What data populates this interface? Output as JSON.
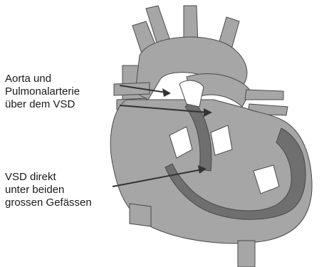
{
  "labels": {
    "aorta_pulmonary": {
      "line1": "Aorta und",
      "line2": "Pulmonalarterie",
      "line3": "über dem VSD"
    },
    "vsd": {
      "line1": "VSD direkt",
      "line2": "unter beiden",
      "line3": "grossen Gefässen"
    }
  },
  "colors": {
    "vessel_gray": "#a6a6a6",
    "wall_dark": "#6f6f6f",
    "background": "#ffffff",
    "outline": "#4a4a4a",
    "arrow": "#333333"
  }
}
